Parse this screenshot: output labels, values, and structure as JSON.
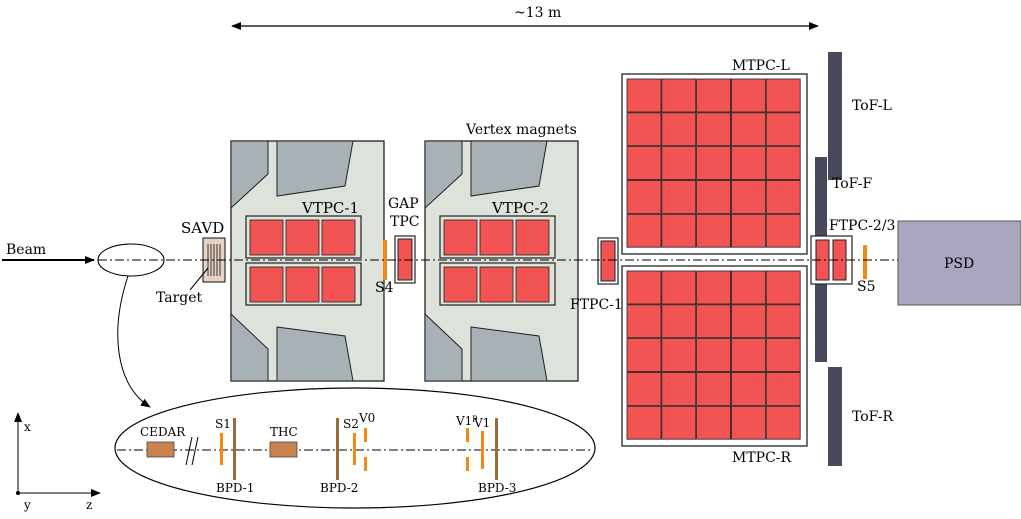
{
  "colors": {
    "magnet_fill": "#dde2db",
    "magnet_pole": "#a7b1b6",
    "tpc_red": "#f25353",
    "tof_bar": "#484a5c",
    "psd_fill": "#aba5bd",
    "scint_orange": "#f08a12",
    "bpd_brown": "#9b6a3a",
    "cedar_fill": "#c98350"
  },
  "labels": {
    "length": "~13 m",
    "beam": "Beam",
    "savd": "SAVD",
    "target": "Target",
    "vtpc1": "VTPC-1",
    "vtpc2": "VTPC-2",
    "vertex_magnets": "Vertex magnets",
    "gap": "GAP",
    "tpc": "TPC",
    "s4": "S4",
    "ftpc1": "FTPC-1",
    "mtpcl": "MTPC-L",
    "mtpcr": "MTPC-R",
    "tofl": "ToF-L",
    "toff": "ToF-F",
    "tofr": "ToF-R",
    "ftpc23": "FTPC-2/3",
    "s5": "S5",
    "psd": "PSD",
    "cedar": "CEDAR",
    "s1": "S1",
    "thc": "THC",
    "s2": "S2",
    "v0": "V0",
    "v1p": "V1",
    "v1p_sup": "p",
    "v1": "V1",
    "bpd1": "BPD-1",
    "bpd2": "BPD-2",
    "bpd3": "BPD-3",
    "axis_x": "x",
    "axis_y": "y",
    "axis_z": "z"
  }
}
